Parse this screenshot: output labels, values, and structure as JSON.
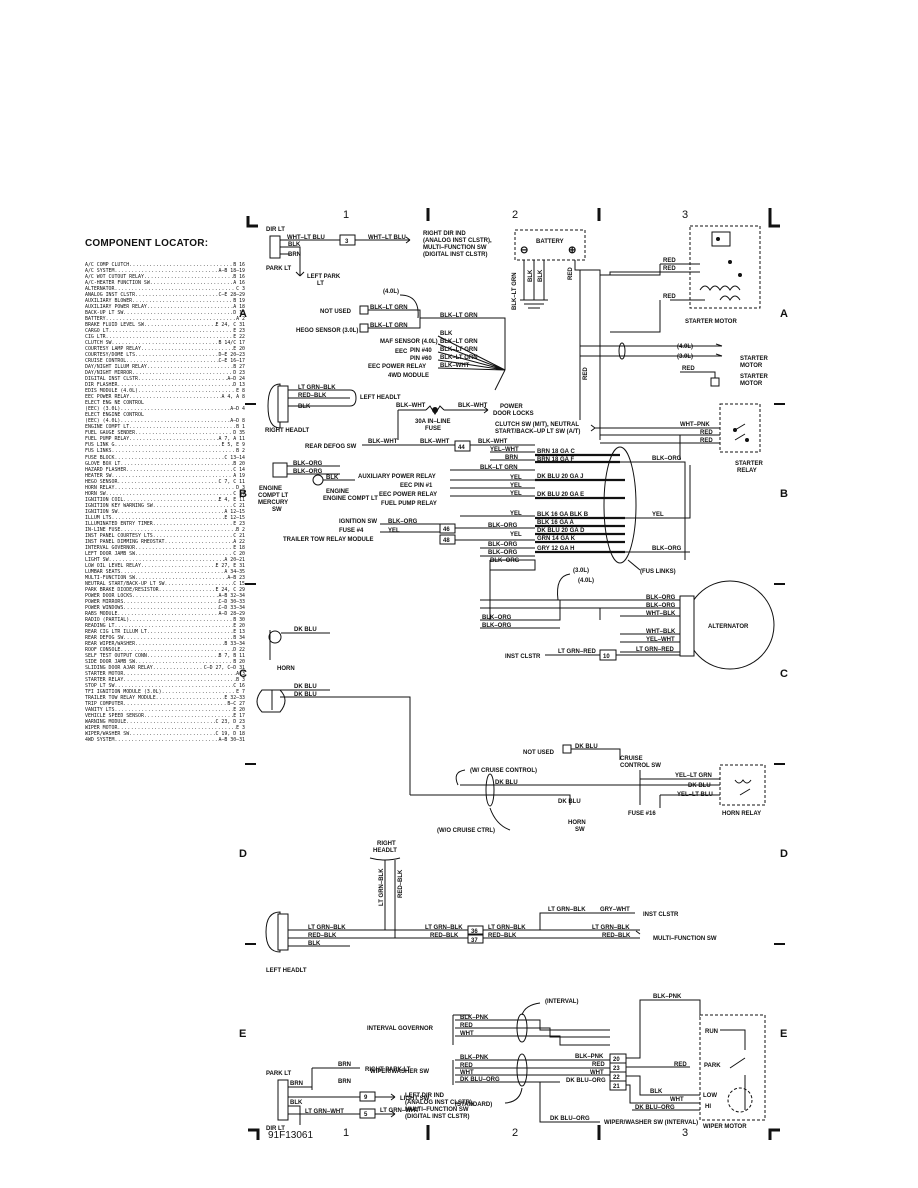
{
  "grid": {
    "columns": [
      "1",
      "2",
      "3"
    ],
    "rows": [
      "A",
      "B",
      "C",
      "D",
      "E"
    ]
  },
  "drawing_number": "91F13061",
  "locator": {
    "title": "COMPONENT LOCATOR:",
    "items": [
      {
        "name": "A/C COMP CLUTCH",
        "ref": "B 16"
      },
      {
        "name": "A/C SYSTEM",
        "ref": "A–B 18–19"
      },
      {
        "name": "A/C WOT CUTOUT RELAY",
        "ref": "B 16"
      },
      {
        "name": "A/C-HEATER FUNCTION SW",
        "ref": "A 16"
      },
      {
        "name": "ALTERNATOR",
        "ref": "C 3"
      },
      {
        "name": "ANALOG INST CLSTR",
        "ref": "C–E 28–29"
      },
      {
        "name": "AUXILIARY BLOWER",
        "ref": "B 19"
      },
      {
        "name": "AUXILIARY POWER RELAY",
        "ref": "A 18"
      },
      {
        "name": "BACK-UP LT SW",
        "ref": "D 15"
      },
      {
        "name": "BATTERY",
        "ref": "A 2"
      },
      {
        "name": "BRAKE FLUID LEVEL SW",
        "ref": "E 24, C 31"
      },
      {
        "name": "CARGO LT",
        "ref": "E 23"
      },
      {
        "name": "CIG LTR",
        "ref": "E 22"
      },
      {
        "name": "CLUTCH SW",
        "ref": "B 14/C 17"
      },
      {
        "name": "COURTESY LAMP RELAY",
        "ref": "E 20"
      },
      {
        "name": "COURTESY/DOME LTS",
        "ref": "D–E 20–23"
      },
      {
        "name": "CRUISE CONTROL",
        "ref": "C–E 16–17"
      },
      {
        "name": "DAY/NIGHT ILLUM RELAY",
        "ref": "B 27"
      },
      {
        "name": "DAY/NIGHT MIRROR",
        "ref": "D 23"
      },
      {
        "name": "DIGITAL INST CLSTR",
        "ref": "A–D 24"
      },
      {
        "name": "DIR FLASHER",
        "ref": "D 13"
      },
      {
        "name": "EDIS MODULE (4.0L)",
        "ref": "E 8"
      },
      {
        "name": "EEC POWER RELAY",
        "ref": "A 4, A 8"
      },
      {
        "name": "ELECT ENG NE CONTROL",
        "ref": ""
      },
      {
        "name": "  (EEC) (3.0L)",
        "ref": "A–D 4"
      },
      {
        "name": "ELECT ENGINE CONTROL",
        "ref": ""
      },
      {
        "name": "  (EEC) (4.0L)",
        "ref": "A–D 8"
      },
      {
        "name": "ENGINE COMPT LT",
        "ref": "B 1"
      },
      {
        "name": "FUEL GAUGE SENDER",
        "ref": "D 35"
      },
      {
        "name": "FUEL PUMP RELAY",
        "ref": "A 7, A 11"
      },
      {
        "name": "FUS LINK G",
        "ref": "E 5, E 9"
      },
      {
        "name": "FUS LINKS",
        "ref": "B 2"
      },
      {
        "name": "FUSE BLOCK",
        "ref": "C 13–14"
      },
      {
        "name": "GLOVE BOX LT",
        "ref": "B 20"
      },
      {
        "name": "HAZARD FLASHER",
        "ref": "C 14"
      },
      {
        "name": "HEATER SW",
        "ref": "A 19"
      },
      {
        "name": "HEGO SENSOR",
        "ref": "C 7, C 11"
      },
      {
        "name": "HORN RELAY",
        "ref": "D 3"
      },
      {
        "name": "HORN SW",
        "ref": "C 17"
      },
      {
        "name": "IGNITION COIL",
        "ref": "E 4, E 11"
      },
      {
        "name": "IGNITION KEY WARNING SW",
        "ref": "C 21"
      },
      {
        "name": "IGNITION SW",
        "ref": "A 12–15"
      },
      {
        "name": "ILLUM LTS",
        "ref": "E 12–15"
      },
      {
        "name": "ILLUMINATED ENTRY TIMER",
        "ref": "E 23"
      },
      {
        "name": "IN-LINE FUSE",
        "ref": "B 2"
      },
      {
        "name": "INST PANEL COURTESY LTS",
        "ref": "C 21"
      },
      {
        "name": "INST PANEL DIMMING RHEOSTAT",
        "ref": "A 22"
      },
      {
        "name": "INTERVAL GOVERNOR",
        "ref": "E 18"
      },
      {
        "name": "LEFT DOOR JAMB SW",
        "ref": "C 20"
      },
      {
        "name": "LIGHT SW",
        "ref": "A 20–21"
      },
      {
        "name": "LOW OIL LEVEL RELAY",
        "ref": "E 27, E 31"
      },
      {
        "name": "LUMBAR SEATS",
        "ref": "A 34–35"
      },
      {
        "name": "MULTI-FUNCTION SW",
        "ref": "A–B 23"
      },
      {
        "name": "NEUTRAL START/BACK-UP LT SW",
        "ref": "C 15"
      },
      {
        "name": "PARK BRAKE DIODE/RESISTOR",
        "ref": "E 24, C 29"
      },
      {
        "name": "POWER DOOR LOCKS",
        "ref": "A–B 32–34"
      },
      {
        "name": "POWER MIRRORS",
        "ref": "C–D 30–33"
      },
      {
        "name": "POWER WINDOWS",
        "ref": "C–D 33–34"
      },
      {
        "name": "RABS MODULE",
        "ref": "A–D 28–29"
      },
      {
        "name": "RADIO (PARTIAL)",
        "ref": "B 30"
      },
      {
        "name": "READING LT",
        "ref": "E 20"
      },
      {
        "name": "REAR CIG LTR ILLUM LT",
        "ref": "E 13"
      },
      {
        "name": "REAR DEFOG SW",
        "ref": "B 34"
      },
      {
        "name": "REAR WIPER/WASHER",
        "ref": "B 33–34"
      },
      {
        "name": "ROOF CONSOLE",
        "ref": "D 22"
      },
      {
        "name": "SELF TEST OUTPUT CONN",
        "ref": "B 7, B 11"
      },
      {
        "name": "SIDE DOOR JAMB SW",
        "ref": "B 20"
      },
      {
        "name": "SLIDING DOOR AJAR RELAY",
        "ref": "C–D 27, C–D 31"
      },
      {
        "name": "STARTER MOTOR",
        "ref": "A 3"
      },
      {
        "name": "STARTER RELAY",
        "ref": "B 3"
      },
      {
        "name": "STOP LT SW",
        "ref": "C 16"
      },
      {
        "name": "TFI IGNITION MODULE (3.0L)",
        "ref": "E 7"
      },
      {
        "name": "TRAILER TOW RELAY MODULE",
        "ref": "E 32–33"
      },
      {
        "name": "TRIP COMPUTER",
        "ref": "B–C 27"
      },
      {
        "name": "VANITY LTS",
        "ref": "E 20"
      },
      {
        "name": "VEHICLE SPEED SENSOR",
        "ref": "E 17"
      },
      {
        "name": "WARNING MODULE",
        "ref": "C 23, D 23"
      },
      {
        "name": "WIPER MOTOR",
        "ref": "E 3"
      },
      {
        "name": "WIPER/WASHER SW",
        "ref": "C 19, D 18"
      },
      {
        "name": "4WD SYSTEM",
        "ref": "A–B 30–31"
      }
    ]
  },
  "labels": {
    "dir_lt_top": "DIR LT",
    "wht_ltblu_1": "WHT–LT BLU",
    "wht_ltblu_2": "WHT–LT BLU",
    "blk": "BLK",
    "brn": "BRN",
    "park_lt": "PARK LT",
    "left_park_lt_1": "LEFT PARK",
    "left_park_lt_2": "LT",
    "right_dir_1": "RIGHT DIR IND",
    "right_dir_2": "(ANALOG INST CLSTR),",
    "right_dir_3": "MULTI–FUNCTION SW",
    "right_dir_4": "(DIGITAL INST CLSTR)",
    "battery": "BATTERY",
    "blk_ltgrn_v": "BLK–LT GRN",
    "blk_v1": "BLK",
    "blk_v2": "BLK",
    "red_v": "RED",
    "four_l_1": "(4.0L)",
    "not_used_1": "NOT USED",
    "blk_ltgrn_a": "BLK–LT GRN",
    "blk_ltgrn_b": "BLK–LT GRN",
    "blk_ltgrn_c": "BLK–LT GRN",
    "hego": "HEGO SENSOR (3.0L)",
    "maf": "MAF SENSOR (4.0L)",
    "eec": "EEC",
    "pin40": "PIN #40",
    "pin60": "PIN #60",
    "eec_power_relay": "EEC POWER RELAY",
    "fwd_module": "4WD MODULE",
    "w_blk": "BLK",
    "w_blk_ltgrn_1": "BLK–LT GRN",
    "w_blk_ltgrn_2": "BLK–LT GRN",
    "w_blk_ltgrn_3": "BLK–LT GRN",
    "w_blk_wht": "BLK–WHT",
    "red_s1": "RED",
    "red_s2": "RED",
    "red_s3": "RED",
    "starter_motor": "STARTER MOTOR",
    "four_l_2": "(4.0L)",
    "three_l_1": "(3.0L)",
    "red_s4": "RED",
    "starter_motor_2a": "STARTER",
    "starter_motor_2b": "MOTOR",
    "red_v2": "RED",
    "lt_grn_blk": "LT GRN–BLK",
    "red_blk": "RED–BLK",
    "blk_h": "BLK",
    "left_headlt": "LEFT HEADLT",
    "right_headlt": "RIGHT HEADLT",
    "blk_wht_1": "BLK–WHT",
    "blk_wht_2": "BLK–WHT",
    "inline_fuse_1": "30A IN–LINE",
    "inline_fuse_2": "FUSE",
    "power_door_locks_1": "POWER",
    "power_door_locks_2": "DOOR LOCKS",
    "clutch_sw_1": "CLUTCH SW (M/T), NEUTRAL",
    "clutch_sw_2": "START/BACK–UP LT SW (A/T)",
    "wht_pnk": "WHT–PNK",
    "red_r1": "RED",
    "red_r2": "RED",
    "starter_relay_1": "STARTER",
    "starter_relay_2": "RELAY",
    "rear_defog": "REAR DEFOG SW",
    "blk_wht_3": "BLK–WHT",
    "blk_wht_4": "BLK–WHT",
    "c44": "44",
    "yel_wht": "YEL–WHT",
    "brn_b": "BRN",
    "brn18c": "BRN 18 GA C",
    "brn18f": "BRN 18 GA F",
    "blk_org_r": "BLK–ORG",
    "engine_compt": "ENGINE COMPT LT",
    "engine_compt_sw_1": "ENGINE",
    "engine_compt_sw_2": "COMPT LT",
    "engine_compt_sw_3": "MERCURY",
    "engine_compt_sw_4": "SW",
    "blk_org_e1": "BLK–ORG",
    "blk_org_e2": "BLK–ORG",
    "blk_e": "BLK",
    "aux_power_relay": "AUXILIARY POWER RELAY",
    "eec_pin1": "EEC PIN #1",
    "eec_power_relay_2": "EEC POWER RELAY",
    "fuel_pump_relay": "FUEL PUMP RELAY",
    "blk_ltgrn_d": "BLK–LT GRN",
    "yel_1": "YEL",
    "yel_2": "YEL",
    "yel_3": "YEL",
    "dkblu_j": "DK BLU 20 GA J",
    "dkblu_e": "DK BLU 20 GA E",
    "ignition_sw": "IGNITION SW",
    "fuse4": "FUSE #4",
    "trailer_tow": "TRAILER TOW RELAY MODULE",
    "blk_org_i": "BLK–ORG",
    "yel_i": "YEL",
    "c46": "46",
    "c48": "48",
    "yel_4": "YEL",
    "blk_org_f1": "BLK–ORG",
    "yel_5": "YEL",
    "blk_org_f2": "BLK–ORG",
    "blk_org_f3": "BLK–ORG",
    "blk16b": "BLK 16 GA BLK B",
    "blk16a": "BLK 16 GA A",
    "dkblu_d": "DK BLU 20 GA D",
    "grn14k": "GRN 14 GA K",
    "gry12h": "GRY 12 GA H",
    "yel_r": "YEL",
    "blk_org_r2": "BLK–ORG",
    "blk_org_r3": "BLK–ORG",
    "fus_links": "(FUS LINKS)",
    "three_l_2": "(3.0L)",
    "four_l_3": "(4.0L)",
    "blk_org_a1": "BLK–ORG",
    "blk_org_a2": "BLK–ORG",
    "blk_org_a3": "BLK–ORG",
    "blk_org_a4": "BLK–ORG",
    "wht_blk_1": "WHT–BLK",
    "wht_blk_2": "WHT–BLK",
    "yel_wht_2": "YEL–WHT",
    "lt_grn_red_1": "LT GRN–RED",
    "lt_grn_red_2": "LT GRN–RED",
    "inst_clstr": "INST CLSTR",
    "c10": "10",
    "alternator": "ALTERNATOR",
    "dk_blu_h1": "DK BLU",
    "horn": "HORN",
    "dk_blu_h2": "DK BLU",
    "dk_blu_h3": "DK BLU",
    "not_used_2": "NOT USED",
    "dk_blu_c1": "DK BLU",
    "w_cruise": "(W/ CRUISE CONTROL)",
    "dk_blu_c2": "DK BLU",
    "dk_blu_c3": "DK BLU",
    "cruise_sw_1": "CRUISE",
    "cruise_sw_2": "CONTROL SW",
    "yel_ltgrn": "YEL–LT GRN",
    "dk_blu_c4": "DK BLU",
    "yel_ltblu": "YEL–LT BLU",
    "horn_sw_1": "HORN",
    "horn_sw_2": "SW",
    "fuse16": "FUSE #16",
    "horn_relay": "HORN RELAY",
    "wo_cruise": "(W/O CRUISE CTRL)",
    "right_headlt_2a": "RIGHT",
    "right_headlt_2b": "HEADLT",
    "lt_grn_blk_v": "LT GRN–BLK",
    "red_blk_v": "RED–BLK",
    "lt_grn_blk_2": "LT GRN–BLK",
    "lt_grn_blk_3": "LT GRN–BLK",
    "lt_grn_blk_4": "LT GRN–BLK",
    "lt_grn_blk_5": "LT GRN–BLK",
    "lt_grn_blk_6": "LT GRN–BLK",
    "gry_wht": "GRY–WHT",
    "inst_clstr_2": "INST CLSTR",
    "red_blk_2": "RED–BLK",
    "red_blk_3": "RED–BLK",
    "red_blk_4": "RED–BLK",
    "red_blk_5": "RED–BLK",
    "multi_function_sw": "MULTI–FUNCTION SW",
    "c36": "36",
    "c37": "37",
    "blk_l": "BLK",
    "left_headlt_2": "LEFT HEADLT",
    "interval": "(INTERVAL)",
    "interval_gov": "INTERVAL GOVERNOR",
    "blk_pnk_1": "BLK–PNK",
    "red_w1": "RED",
    "wht_w1": "WHT",
    "blk_pnk_2": "BLK–PNK",
    "blk_pnk_3": "BLK–PNK",
    "wiper_washer_sw": "WIPER/WASHER SW",
    "blk_pnk_4": "BLK–PNK",
    "red_w2": "RED",
    "wht_w2": "WHT",
    "dk_blu_org_1": "DK BLU–ORG",
    "red_w3": "RED",
    "wht_w3": "WHT",
    "dk_blu_org_2": "DK BLU–ORG",
    "c20": "20",
    "c23": "23",
    "c22": "22",
    "c21": "21",
    "red_m": "RED",
    "blk_m": "BLK",
    "wht_m": "WHT",
    "dk_blu_org_3": "DK BLU–ORG",
    "run": "RUN",
    "park": "PARK",
    "low": "LOW",
    "hi": "HI",
    "wiper_motor": "WIPER MOTOR",
    "standard": "(STANDARD)",
    "dk_blu_org_4": "DK BLU–ORG",
    "wiper_interval": "WIPER/WASHER SW (INTERVAL)",
    "brn_p1": "BRN",
    "right_park_lt": "RIGHT PARK LT",
    "park_lt_2": "PARK LT",
    "brn_p2": "BRN",
    "brn_p3": "BRN",
    "c9": "9",
    "light_sw": "LIGHT SW",
    "blk_p": "BLK",
    "lt_grn_wht": "LT GRN–WHT",
    "c5": "5",
    "lt_grn_wht_2": "LT GRN–WHT",
    "dir_lt_bottom": "DIR LT",
    "left_dir_1": "LEFT DIR IND",
    "left_dir_2": "(ANALOG INST CLSTR),",
    "left_dir_3": "MULTI–FUNCTION SW",
    "left_dir_4": "(DIGITAL INST CLSTR)",
    "c3": "3"
  }
}
